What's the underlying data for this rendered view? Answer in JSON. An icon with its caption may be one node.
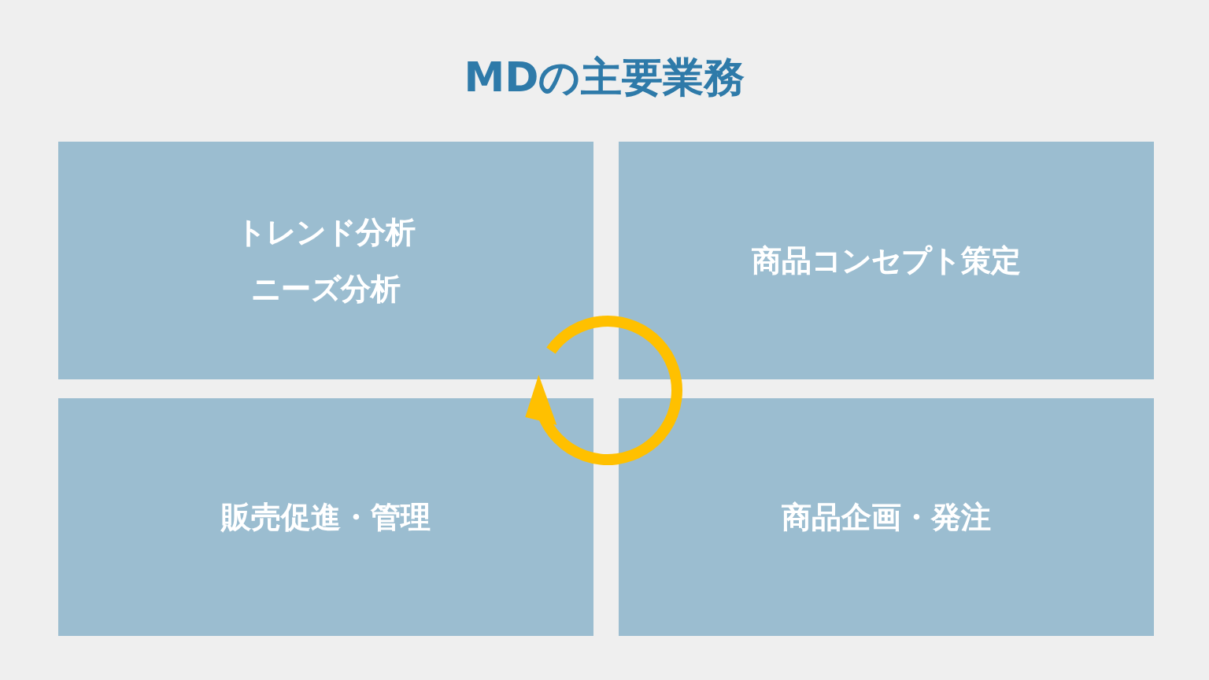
{
  "diagram": {
    "title": "MDの主要業務",
    "nodes": [
      {
        "text": [
          "トレンド分析",
          "ニーズ分析"
        ]
      },
      {
        "text": [
          "商品コンセプト策定"
        ]
      },
      {
        "text": [
          "販売促進・管理"
        ]
      },
      {
        "text": [
          "商品企画・発注"
        ]
      }
    ]
  }
}
